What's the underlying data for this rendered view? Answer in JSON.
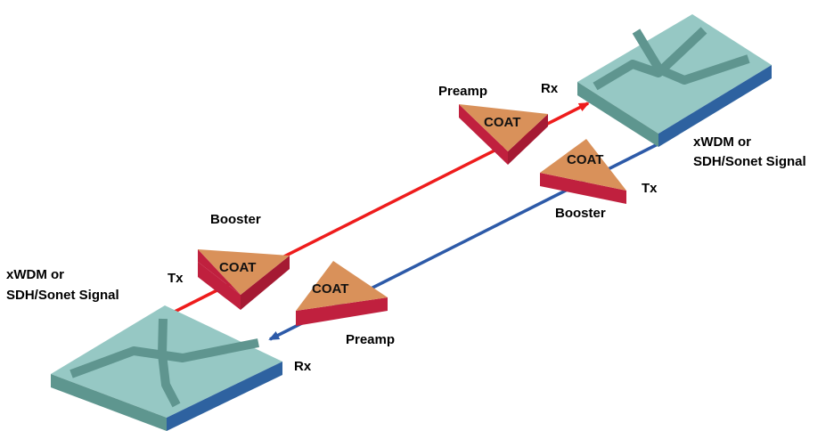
{
  "colors": {
    "background": "#ffffff",
    "switch_top": "#96c8c4",
    "switch_mark": "#5f958f",
    "switch_side_left": "#5e968f",
    "switch_side_right": "#2e62a0",
    "amp_top": "#d9915a",
    "amp_side": "#c0203e",
    "link_tx": "#ee1c1c",
    "link_rx": "#2d5aa8"
  },
  "nodes": {
    "left_switch": {
      "name": "cross-connect-switch"
    },
    "right_switch": {
      "name": "cross-connect-switch"
    }
  },
  "amplifiers": {
    "booster_left": {
      "type": "COAT",
      "role": "Booster"
    },
    "preamp_left": {
      "type": "COAT",
      "role": "Preamp"
    },
    "preamp_right": {
      "type": "COAT",
      "role": "Preamp"
    },
    "booster_right": {
      "type": "COAT",
      "role": "Booster"
    }
  },
  "labels": {
    "left_signal_line1": "xWDM or",
    "left_signal_line2": "SDH/Sonet Signal",
    "right_signal_line1": "xWDM or",
    "right_signal_line2": "SDH/Sonet Signal",
    "tx_left": "Tx",
    "rx_left": "Rx",
    "tx_right": "Tx",
    "rx_right": "Rx"
  },
  "links": [
    {
      "from": "left_switch",
      "to": "right_switch",
      "color": "red"
    },
    {
      "from": "right_switch",
      "to": "left_switch",
      "color": "blue"
    }
  ]
}
